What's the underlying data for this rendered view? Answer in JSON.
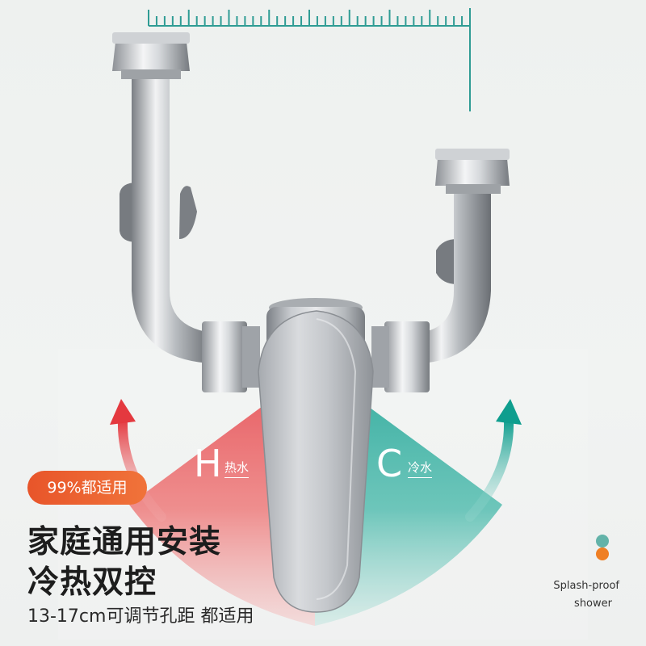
{
  "badge": {
    "text": "99%都适用"
  },
  "headline": {
    "line1": "家庭通用安装",
    "line2": "冷热双控"
  },
  "subline": "13-17cm可调节孔距 都适用",
  "hot": {
    "letter": "H",
    "label": "热水",
    "color": "#e8474b"
  },
  "cold": {
    "letter": "C",
    "label": "冷水",
    "color": "#17a597"
  },
  "side_caption": {
    "line1": "Splash-proof",
    "line2": "shower"
  },
  "colors": {
    "badge": "#ec5f2f",
    "ruler": "#2f9c94",
    "dot_top": "#4aa89c",
    "dot_bottom": "#ef7f24"
  },
  "icons": [
    "ruler-scale",
    "hot-arrow-icon",
    "cold-arrow-icon",
    "faucet-body",
    "lever-handle"
  ]
}
